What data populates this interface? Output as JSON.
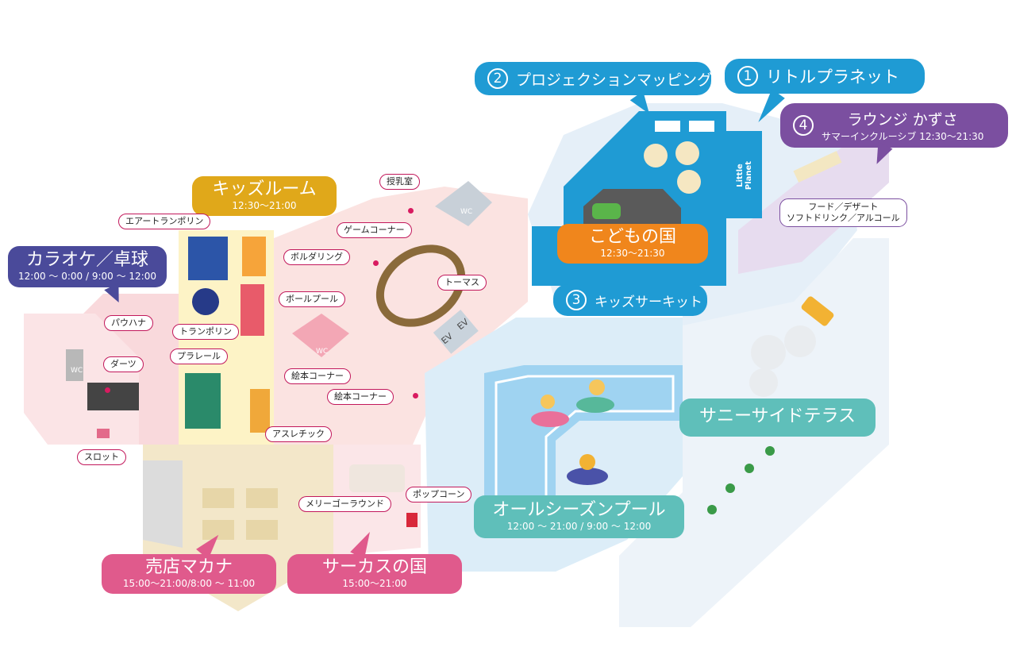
{
  "callouts": {
    "kids_room": {
      "title": "キッズルーム",
      "hours": "12:30～21:00"
    },
    "karaoke": {
      "title": "カラオケ／卓球",
      "hours": "12:00 ～ 0:00 / 9:00 ～ 12:00"
    },
    "kodomo": {
      "title": "こどもの国",
      "hours": "12:30～21:30"
    },
    "projection": {
      "num": "2",
      "title": "プロジェクションマッピング"
    },
    "little_planet": {
      "num": "1",
      "title": "リトルプラネット"
    },
    "lounge": {
      "num": "4",
      "title": "ラウンジ かずさ",
      "hours": "サマーインクルーシブ 12:30～21:30"
    },
    "kids_circuit": {
      "num": "3",
      "title": "キッズサーキット"
    },
    "sunny": {
      "title": "サニーサイドテラス"
    },
    "pool": {
      "title": "オールシーズンプール",
      "hours": "12:00 ～ 21:00 / 9:00 ～ 12:00"
    },
    "shop": {
      "title": "売店マカナ",
      "hours": "15:00～21:00/8:00 ～ 11:00"
    },
    "circus": {
      "title": "サーカスの国",
      "hours": "15:00～21:00"
    }
  },
  "tags": {
    "nursing": "授乳室",
    "game_corner": "ゲームコーナー",
    "thomas": "トーマス",
    "air_trampoline": "エアートランポリン",
    "bouldering": "ボルダリング",
    "ball_pool": "ボールプール",
    "trampoline": "トランポリン",
    "plarail": "プラレール",
    "picture_book_1": "絵本コーナー",
    "picture_book_2": "絵本コーナー",
    "athletic": "アスレチック",
    "pauhana": "パウハナ",
    "darts": "ダーツ",
    "slot": "スロット",
    "merry_go_round": "メリーゴーラウンド",
    "popcorn": "ポップコーン",
    "food": "フード／デザート\nソフトドリンク／アルコール"
  },
  "labels": {
    "wc": "WC",
    "ev": "EV",
    "little_planet_logo": "Little Planet"
  },
  "colors": {
    "kids_room": "#e0a81a",
    "karaoke": "#4a4a9a",
    "kodomo": "#f0861c",
    "blue": "#1f9bd4",
    "lounge": "#7b4fa0",
    "teal": "#5fbfba",
    "pink": "#e05a8c",
    "pool_water": "#9fd3f1"
  }
}
